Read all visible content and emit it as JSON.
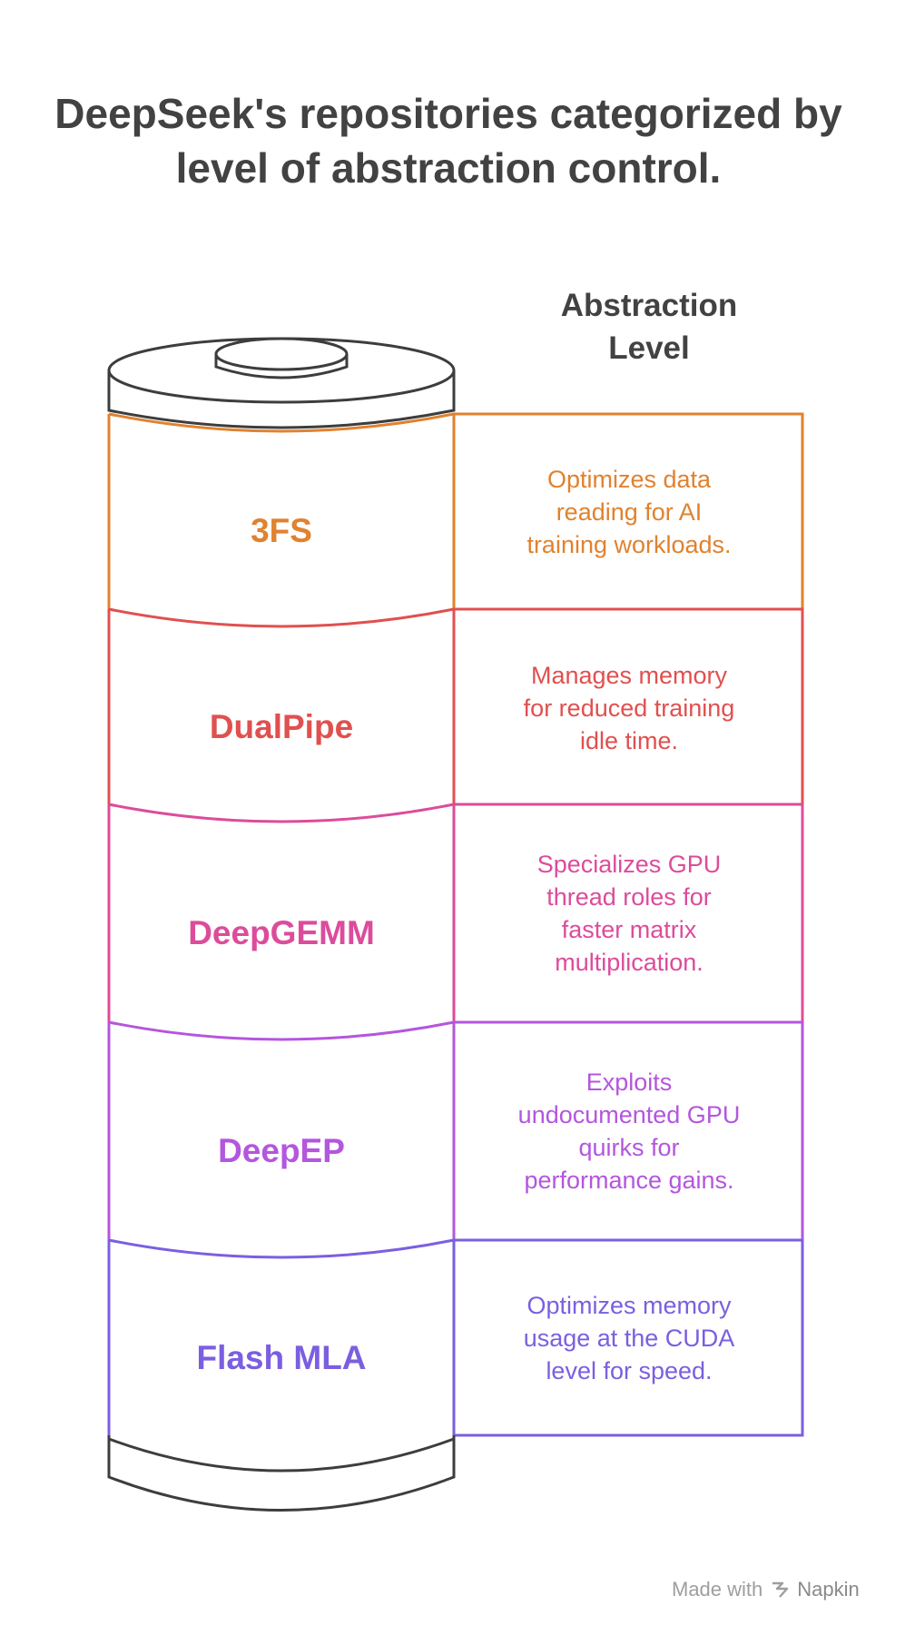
{
  "title_lines": [
    "DeepSeek's repositories categorized by",
    "level of abstraction control."
  ],
  "axis_label_lines": [
    "Abstraction",
    "Level"
  ],
  "segments": [
    {
      "name": "3FS",
      "color": "#E0822F",
      "desc": [
        "Optimizes data",
        "reading for AI",
        "training workloads."
      ]
    },
    {
      "name": "DualPipe",
      "color": "#E0504F",
      "desc": [
        "Manages memory",
        "for reduced training",
        "idle time."
      ]
    },
    {
      "name": "DeepGEMM",
      "color": "#DC4C9B",
      "desc": [
        "Specializes GPU",
        "thread roles for",
        "faster matrix",
        "multiplication."
      ]
    },
    {
      "name": "DeepEP",
      "color": "#B456DE",
      "desc": [
        "Exploits",
        "undocumented GPU",
        "quirks for",
        "performance gains."
      ]
    },
    {
      "name": "Flash MLA",
      "color": "#7B5FE0",
      "desc": [
        "Optimizes memory",
        "usage at the CUDA",
        "level for speed."
      ]
    }
  ],
  "watermark": {
    "prefix": "Made with",
    "brand": "Napkin",
    "icon": "napkin-logo-icon"
  }
}
